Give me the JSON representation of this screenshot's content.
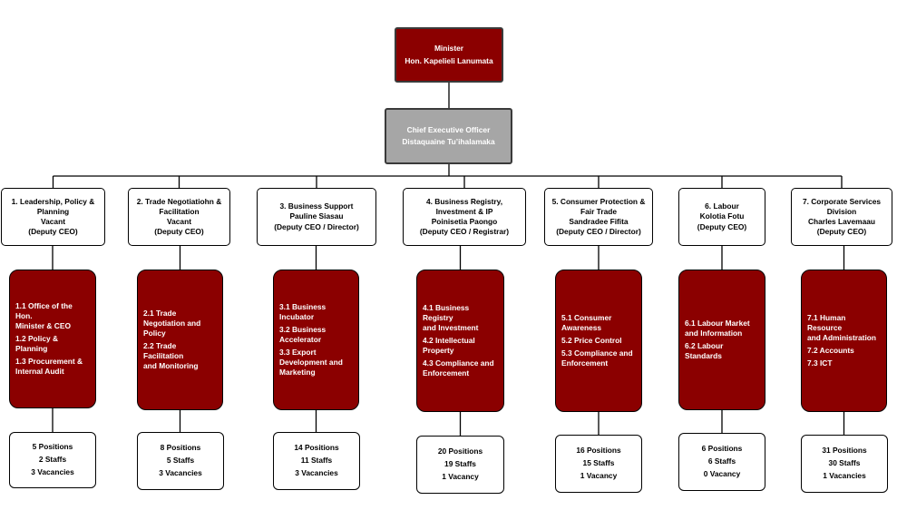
{
  "minister": {
    "title": "Minister",
    "name": "Hon. Kapelieli Lanumata"
  },
  "ceo": {
    "title": "Chief Executive Officer",
    "name": "Distaquaine Tu’ihalamaka"
  },
  "colors": {
    "minister_fill": "#8b0000",
    "ceo_fill": "#a6a6a6",
    "function_fill": "#8b0000",
    "line": "#000000"
  },
  "divisions": [
    {
      "head": [
        "1. Leadership, Policy &",
        "Planning",
        "Vacant",
        "(Deputy CEO)"
      ],
      "functions": [
        "1.1 Office of the Hon.",
        "Minister & CEO",
        "1.2 Policy & Planning",
        "1.3 Procurement &",
        "Internal Audit"
      ],
      "positions": "5 Positions",
      "staffs": "2 Staffs",
      "vacancies": "3 Vacancies"
    },
    {
      "head": [
        "2. Trade  Negotiatiohn  &",
        "Facilitation",
        "Vacant",
        "(Deputy CEO)"
      ],
      "functions": [
        "2.1 Trade",
        "Negotiation  and",
        "Policy",
        "2.2 Trade Facilitation",
        "and Monitoring"
      ],
      "positions": "8 Positions",
      "staffs": "5 Staffs",
      "vacancies": "3 Vacancies"
    },
    {
      "head": [
        "3. Business Support",
        "Pauline Siasau",
        "(Deputy CEO / Director)"
      ],
      "functions": [
        "3.1 Business",
        "Incubator",
        "3.2 Business",
        "Accelerator",
        "3.3 Export",
        "Development and",
        "Marketing"
      ],
      "positions": "14 Positions",
      "staffs": "11 Staffs",
      "vacancies": "3 Vacancies"
    },
    {
      "head": [
        "4. Business Registry,",
        "Investment & IP",
        "Poinisetia Paongo",
        "(Deputy CEO / Registrar)"
      ],
      "functions": [
        "4.1 Business Registry",
        "and Investment",
        "4.2 Intellectual",
        "Property",
        "4.3 Compliance  and",
        "Enforcement"
      ],
      "positions": "20 Positions",
      "staffs": "19 Staffs",
      "vacancies": "1 Vacancy"
    },
    {
      "head": [
        "5. Consumer Protection &",
        "Fair Trade",
        "Sandradee Fifita",
        "(Deputy CEO / Director)"
      ],
      "functions": [
        "5.1 Consumer",
        "Awareness",
        "5.2 Price Control",
        "5.3 Compliance  and",
        "Enforcement"
      ],
      "positions": "16 Positions",
      "staffs": "15 Staffs",
      "vacancies": "1 Vacancy"
    },
    {
      "head": [
        "6. Labour",
        "Kolotia Fotu",
        "(Deputy CEO)"
      ],
      "functions": [
        "6.1 Labour Market",
        "and Information",
        "6.2 Labour Standards"
      ],
      "positions": "6 Positions",
      "staffs": "6 Staffs",
      "vacancies": "0 Vacancy"
    },
    {
      "head": [
        "7. Corporate Services",
        "Division",
        "Charles Lavemaau",
        "(Deputy CEO)"
      ],
      "functions": [
        "7.1 Human Resource",
        "and Administration",
        "7.2 Accounts",
        "7.3 ICT"
      ],
      "positions": "31 Positions",
      "staffs": "30 Staffs",
      "vacancies": "1 Vacancies"
    }
  ]
}
